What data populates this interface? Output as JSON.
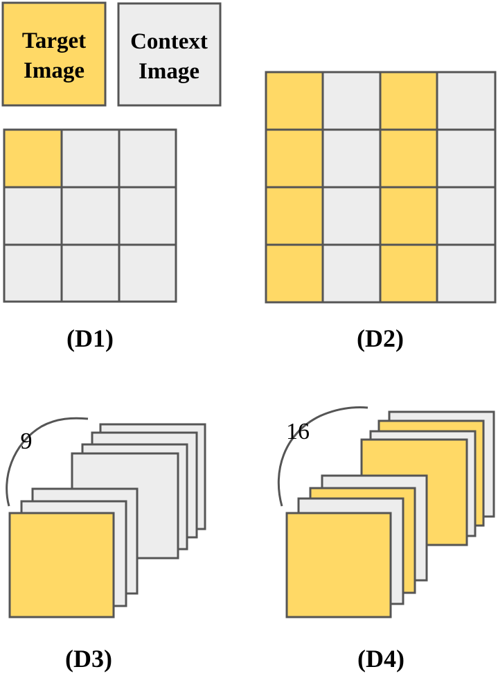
{
  "legend": {
    "target_line1": "Target",
    "target_line2": "Image",
    "context_line1": "Context",
    "context_line2": "Image"
  },
  "panels": {
    "d1": {
      "label": "(D1)"
    },
    "d2": {
      "label": "(D2)"
    },
    "d3": {
      "label": "(D3)",
      "count": "9"
    },
    "d4": {
      "label": "(D4)",
      "count": "16"
    }
  },
  "colors": {
    "target": "#FFD966",
    "context": "#EDEDED",
    "stroke": "#555555"
  }
}
